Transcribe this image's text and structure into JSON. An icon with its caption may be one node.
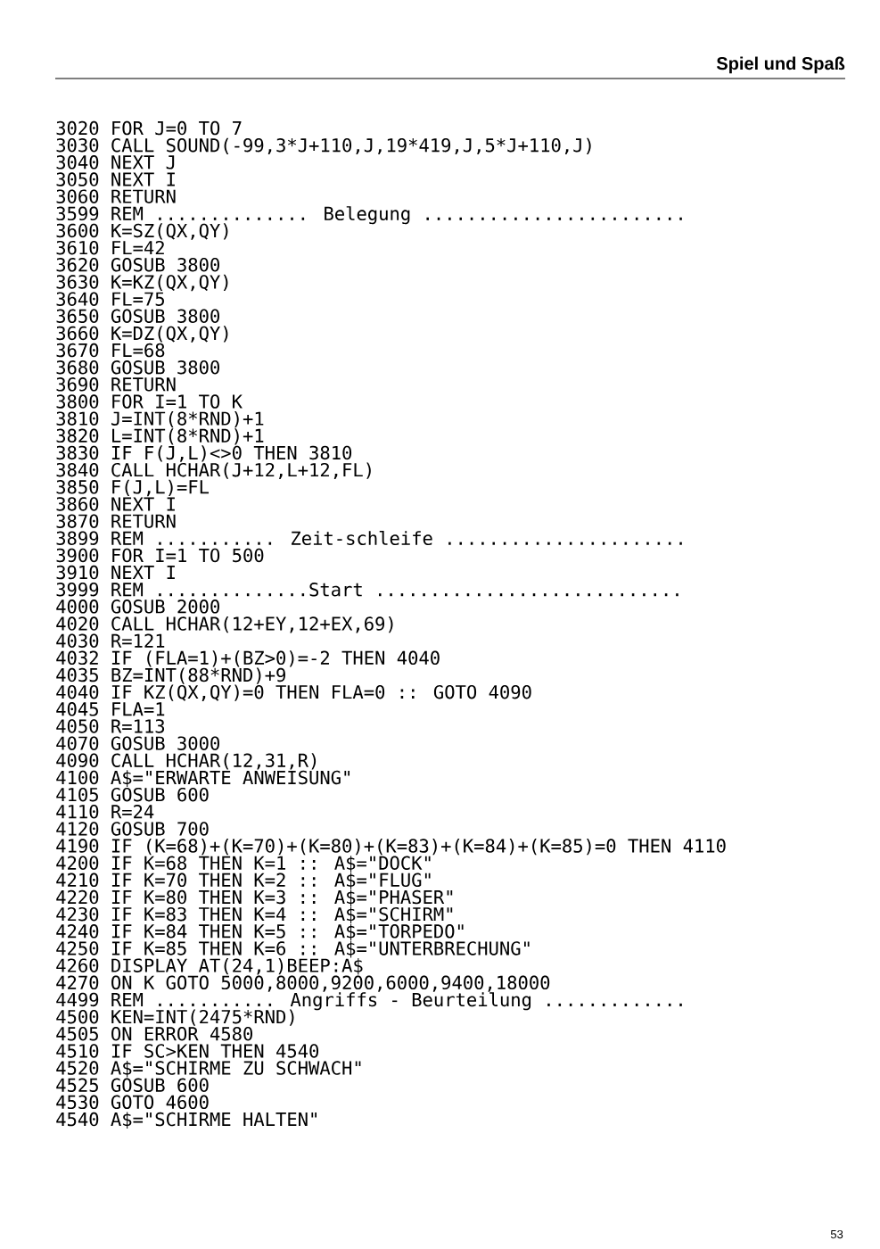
{
  "diagram": {
    "title": "Spiel und Spaß",
    "labels": [
      "3020 FOR J=0 TO 7",
      "3030 CALL SOUND(-99,3*J+110,J,19*419,J,5*J+110,J)",
      "3040 NEXT J",
      "3050 NEXT I",
      "3060 RETURN",
      "3599 REM .............. Belegung ........................",
      "3600 K=SZ(QX,QY)",
      "3610 FL=42",
      "3620 GOSUB 3800",
      "3630 K=KZ(QX,QY)",
      "3640 FL=75",
      "3650 GOSUB 3800",
      "3660 K=DZ(QX,QY)",
      "3670 FL=68",
      "3680 GOSUB 3800",
      "3690 RETURN",
      "3800 FOR I=1 TO K",
      "3810 J=INT(8*RND)+1",
      "3820 L=INT(8*RND)+1",
      "3830 IF F(J,L)<>0 THEN 3810",
      "3840 CALL HCHAR(J+12,L+12,FL)",
      "3850 F(J,L)=FL",
      "3860 NEXT I",
      "3870 RETURN",
      "3899 REM ........... Zeit-schleife ......................",
      "3900 FOR I=1 TO 500",
      "3910 NEXT I",
      "3999 REM ..............Start ............................",
      "4000 GOSUB 2000",
      "4020 CALL HCHAR(12+EY,12+EX,69)",
      "4030 R=121",
      "4032 IF (FLA=1)+(BZ>0)=-2 THEN 4040",
      "4035 BZ=INT(88*RND)+9",
      "4040 IF KZ(QX,QY)=0 THEN FLA=0 :: GOTO 4090",
      "4045 FLA=1",
      "4050 R=113",
      "4070 GOSUB 3000",
      "4090 CALL HCHAR(12,31,R)",
      "4100 A$=\"ERWARTE ANWEISUNG\"",
      "4105 GOSUB 600",
      "4110 R=24",
      "4120 GOSUB 700",
      "4190 IF (K=68)+(K=70)+(K=80)+(K=83)+(K=84)+(K=85)=0 THEN 4110",
      "4200 IF K=68 THEN K=1 :: A$=\"DOCK\"",
      "4210 IF K=70 THEN K=2 :: A$=\"FLUG\"",
      "4220 IF K=80 THEN K=3 :: A$=\"PHASER\"",
      "4230 IF K=83 THEN K=4 :: A$=\"SCHIRM\"",
      "4240 IF K=84 THEN K=5 :: A$=\"TORPEDO\"",
      "4250 IF K=85 THEN K=6 :: A$=\"UNTERBRECHUNG\"",
      "4260 DISPLAY AT(24,1)BEEP:A$",
      "4270 ON K GOTO 5000,8000,9200,6000,9400,18000",
      "4499 REM ........... Angriffs - Beurteilung .............",
      "4500 KEN=INT(2475*RND)",
      "4505 ON ERROR 4580",
      "4510 IF SC>KEN THEN 4540",
      "4520 A$=\"SCHIRME ZU SCHWACH\"",
      "4525 GOSUB 600",
      "4530 GOTO 4600",
      "4540 A$=\"SCHIRME HALTEN\"",
      "53"
    ]
  }
}
